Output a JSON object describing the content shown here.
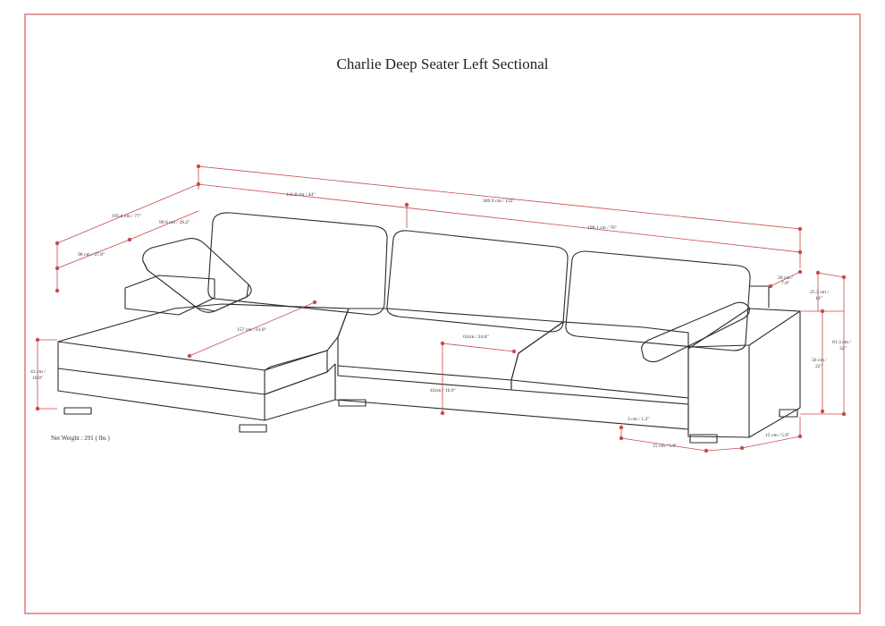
{
  "title": "Charlie Deep Seater Left Sectional",
  "net_weight": "Net Weight : 291 ( lbs )",
  "colors": {
    "border": "#e08080",
    "dimension": "#c94a4a",
    "outline": "#2b2b2b"
  },
  "dimensions": {
    "overall_width": "309.9 cm / 122\"",
    "chaise_width": "111.8 cm / 44\"",
    "sofa_width": "198.1 cm / 78\"",
    "overall_depth": "195.6 cm / 77\"",
    "seat_depth_sofa": "99.6 cm / 39.2\"",
    "sofa_depth": "96 cm / 37.8\"",
    "chaise_length": "157 cm / 61.8\"",
    "seat_depth": "63cm / 24.8\"",
    "seat_height": "43cm / 16.9\"",
    "chaise_height": "43 cm / 16.9\"",
    "arm_width": "20 cm / 7.8\"",
    "arm_height": "25.3 cm / 10\"",
    "back_height": "81.3 cm / 32\"",
    "arm_total_height": "56 cm / 22\"",
    "leg_height": "3 cm / 1.2\"",
    "leg_inset_front": "15 cm / 5.9\"",
    "leg_inset_side": "15 cm / 5.9\""
  }
}
